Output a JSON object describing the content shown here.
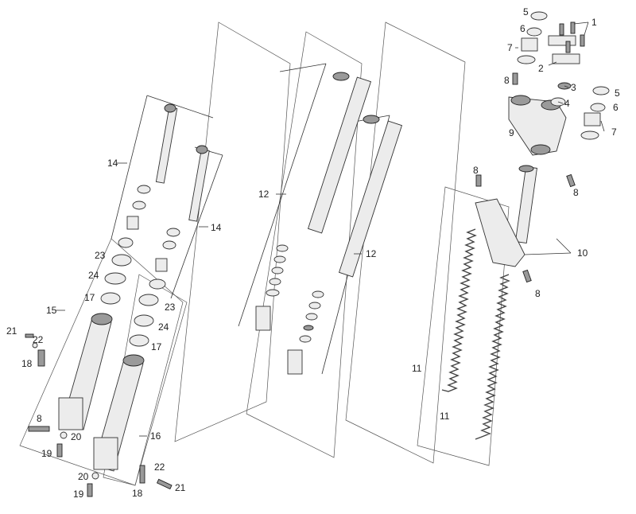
{
  "diagram": {
    "labels": {
      "p1": "1",
      "p2": "2",
      "p3": "3",
      "p4": "4",
      "p5a": "5",
      "p5b": "5",
      "p6a": "6",
      "p6b": "6",
      "p7a": "7",
      "p7b": "7",
      "p8a": "8",
      "p8b": "8",
      "p8c": "8",
      "p8d": "8",
      "p8e": "8",
      "p9": "9",
      "p10": "10",
      "p11a": "11",
      "p11b": "11",
      "p12a": "12",
      "p12b": "12",
      "p14a": "14",
      "p14b": "14",
      "p15": "15",
      "p16": "16",
      "p17a": "17",
      "p17b": "17",
      "p18a": "18",
      "p18b": "18",
      "p19a": "19",
      "p19b": "19",
      "p20a": "20",
      "p20b": "20",
      "p21a": "21",
      "p21b": "21",
      "p22a": "22",
      "p22b": "22",
      "p23a": "23",
      "p23b": "23",
      "p24a": "24",
      "p24b": "24"
    }
  }
}
